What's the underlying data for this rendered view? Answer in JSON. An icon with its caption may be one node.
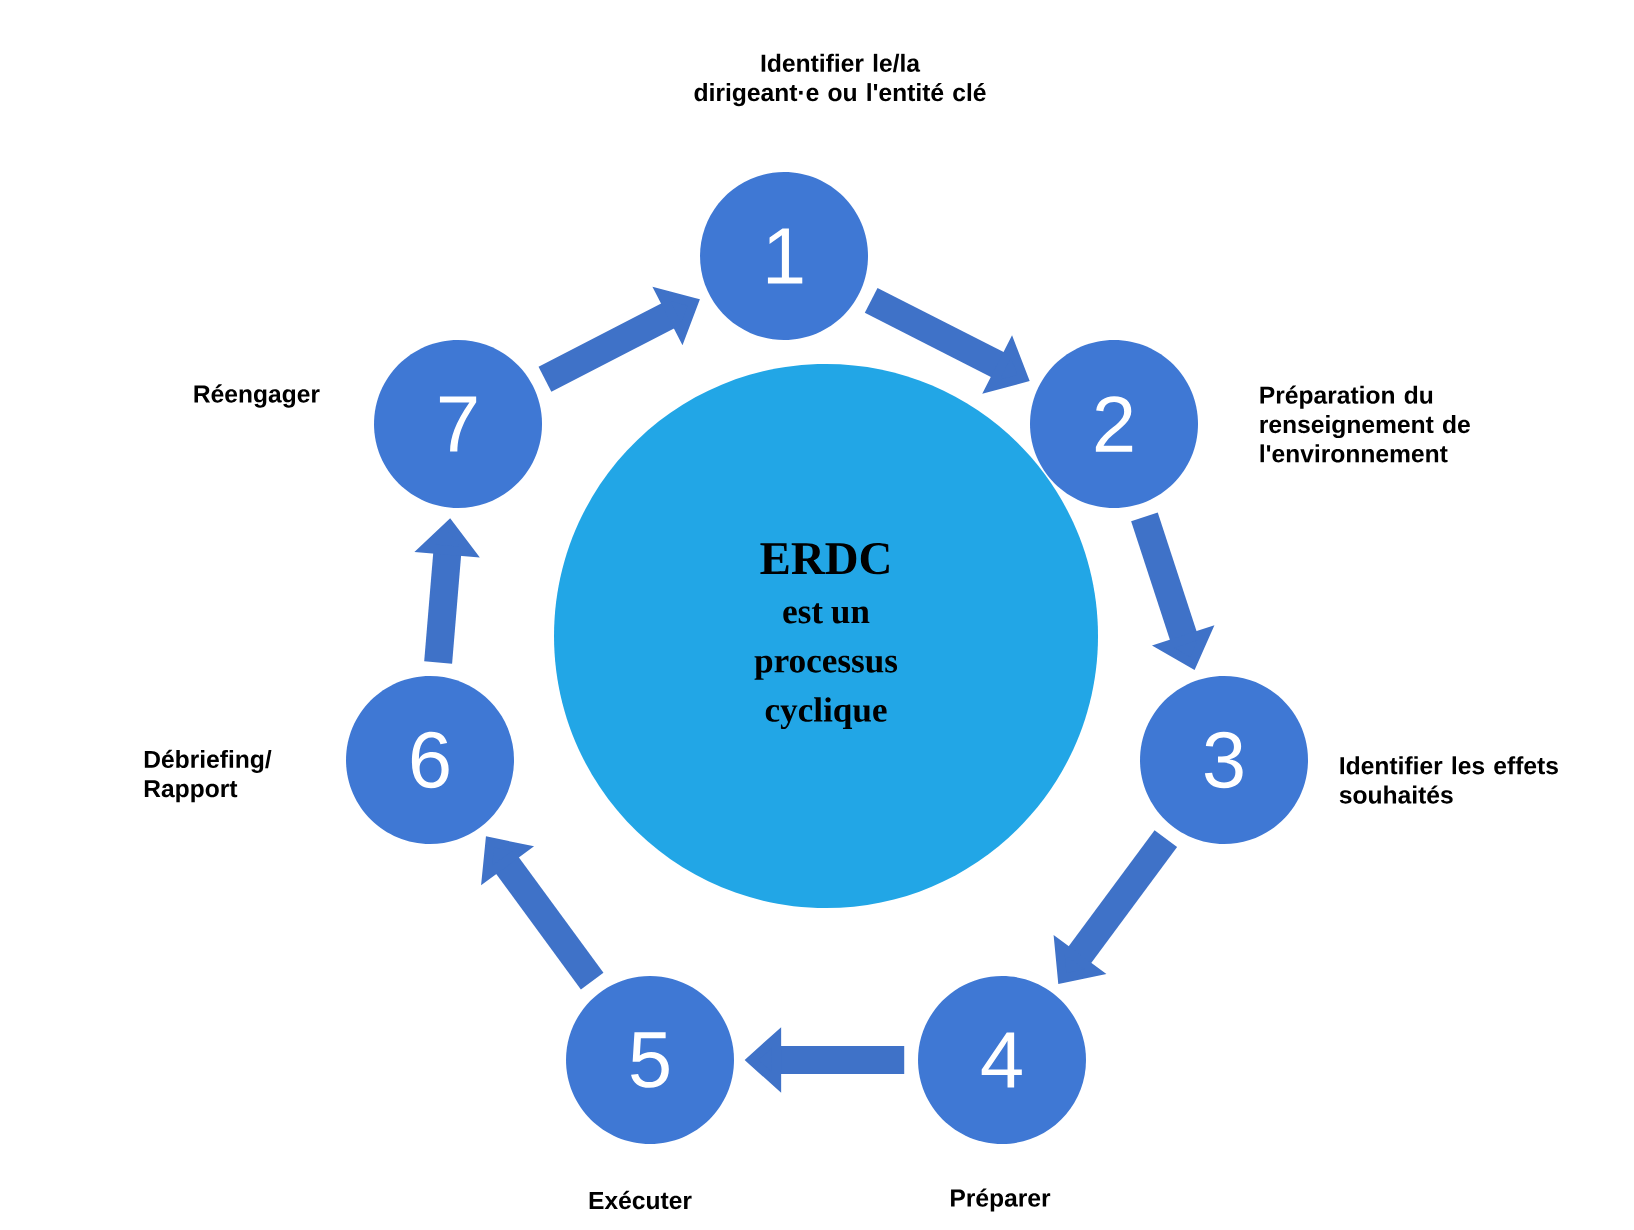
{
  "diagram": {
    "nodes": [
      {
        "text": [
          "ERDC",
          "est un processus cyclique"
        ]
      },
      {
        "text": [
          "1"
        ],
        "beside": [
          "Identifier le/la dirigeant·e ou l'entité clé"
        ]
      },
      {
        "text": [
          "2"
        ],
        "beside": [
          "Préparation du renseignement de l'environnement"
        ]
      },
      {
        "text": [
          "3"
        ],
        "beside": [
          "Identifier les effets souhaités"
        ]
      },
      {
        "text": [
          "4"
        ],
        "beside": [
          "Préparer"
        ]
      },
      {
        "text": [
          "5"
        ],
        "beside": [
          "Exécuter"
        ]
      },
      {
        "text": [
          "6"
        ],
        "beside": [
          "Débriefing/ Rapport"
        ]
      },
      {
        "text": [
          "7"
        ],
        "beside": [
          "Réengager"
        ]
      }
    ],
    "edges": [
      {
        "from": 1,
        "to": 2,
        "arrow": "to"
      },
      {
        "from": 2,
        "to": 3,
        "arrow": "to"
      },
      {
        "from": 3,
        "to": 4,
        "arrow": "to"
      },
      {
        "from": 4,
        "to": 5,
        "arrow": "to"
      },
      {
        "from": 5,
        "to": 6,
        "arrow": "to"
      },
      {
        "from": 6,
        "to": 7,
        "arrow": "to"
      },
      {
        "from": 7,
        "to": 1,
        "arrow": "to"
      }
    ]
  }
}
